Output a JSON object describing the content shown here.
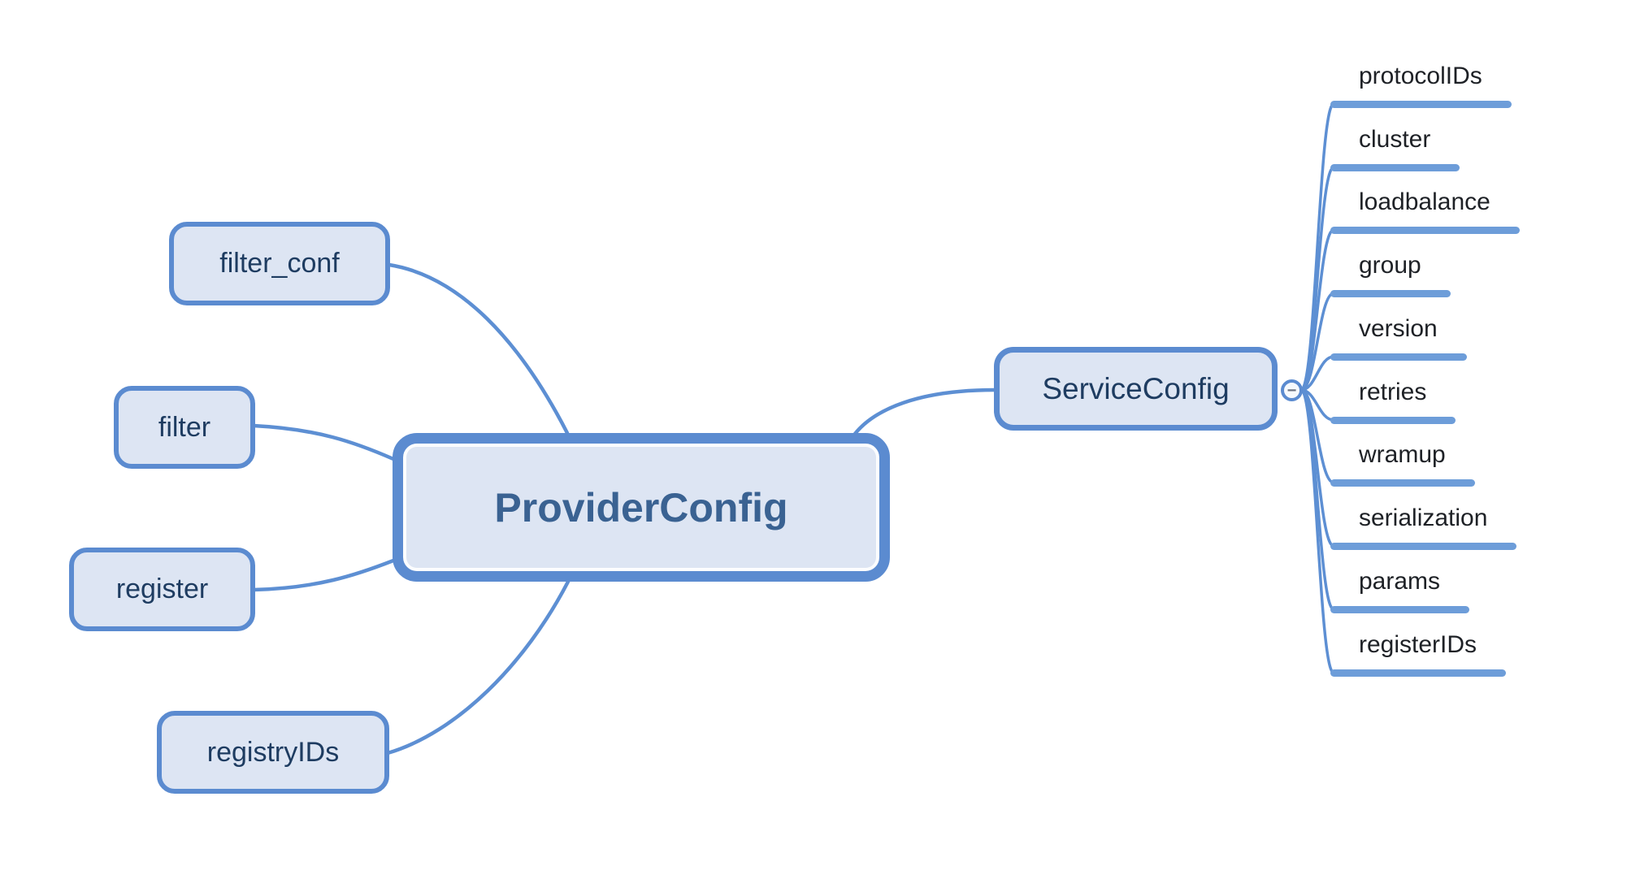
{
  "diagram": {
    "root": {
      "label": "ProviderConfig"
    },
    "left_branches": [
      {
        "label": "filter_conf"
      },
      {
        "label": "filter"
      },
      {
        "label": "register"
      },
      {
        "label": "registryIDs"
      }
    ],
    "right_branch": {
      "label": "ServiceConfig",
      "collapse_symbol": "−",
      "children": [
        {
          "label": "protocolIDs"
        },
        {
          "label": "cluster"
        },
        {
          "label": "loadbalance"
        },
        {
          "label": "group"
        },
        {
          "label": "version"
        },
        {
          "label": "retries"
        },
        {
          "label": "wramup"
        },
        {
          "label": "serialization"
        },
        {
          "label": "params"
        },
        {
          "label": "registerIDs"
        }
      ]
    },
    "colors": {
      "accent": "#5b8bd0",
      "connector": "#5d8fd3",
      "bar": "#6d9dd9",
      "node_fill": "#dde5f3",
      "root_text": "#3a6292",
      "branch_text": "#1e3c61",
      "leaf_text": "#1e2126",
      "collapse_glyph": "#6b7280"
    }
  }
}
